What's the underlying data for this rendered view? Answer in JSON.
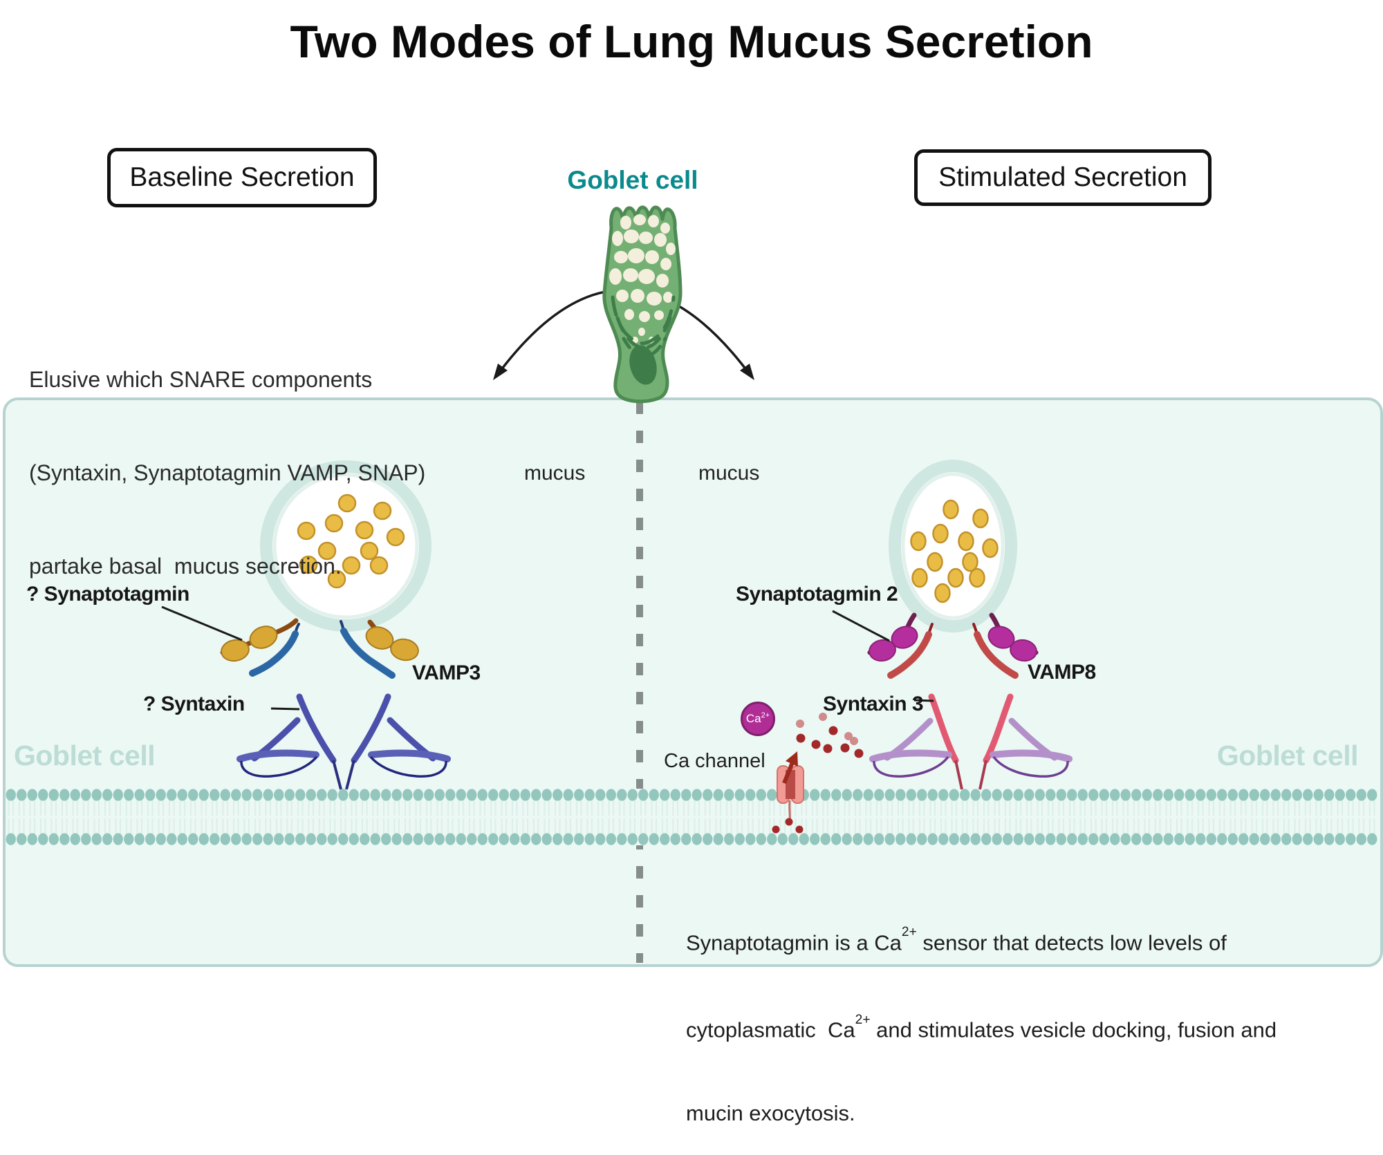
{
  "title": "Two Modes of Lung Mucus Secretion",
  "panels": {
    "left_label": "Baseline Secretion",
    "right_label": "Stimulated Secretion"
  },
  "goblet_heading": "Goblet cell",
  "note": {
    "lines": [
      "Elusive which SNARE components",
      "(Syntaxin, Synaptotagmin VAMP, SNAP)",
      "partake basal  mucus secretion."
    ]
  },
  "left_panel": {
    "mucus": "mucus",
    "synaptotagmin": "? Synaptotagmin",
    "vamp": "VAMP3",
    "syntaxin": "? Syntaxin",
    "watermark": "Goblet cell"
  },
  "right_panel": {
    "mucus": "mucus",
    "synaptotagmin": "Synaptotagmin 2",
    "vamp": "VAMP8",
    "syntaxin": "Syntaxin 3",
    "ca_channel": "Ca channel",
    "ca_ion": {
      "base": "Ca",
      "sup": "2+"
    },
    "watermark": "Goblet cell"
  },
  "footnote": {
    "line1": [
      "Synaptotagmin is a Ca",
      "2+",
      " sensor that detects low levels of"
    ],
    "line2": [
      "cytoplasmatic  Ca",
      "2+",
      " and stimulates vesicle docking, fusion and"
    ],
    "line3": [
      "mucin exocytosis."
    ]
  },
  "colors": {
    "accent_teal": "#0b8a8e",
    "panel_bg": "#ecf8f4",
    "panel_border": "#b7d3d0",
    "membrane_head": "#93c6bd",
    "goblet_green": "#74b073",
    "goblet_dark_green": "#3e7c49",
    "granule_gold": "#e9bd45",
    "bead_gold": "#d9a834",
    "synaptotagmin_brown": "#8a4a12",
    "vamp3_blue": "#2c67a5",
    "syntaxin_navy": "#4b51ab",
    "synaptotagmin2_magenta": "#b52e9e",
    "vamp8_red": "#c14a48",
    "syntaxin3_pink": "#e25a72",
    "syntaxin3_lavender": "#b390c9",
    "ca_ion_red": "#a3282a",
    "ca_channel_red": "#f29a94",
    "divider_gray": "#868d8b",
    "watermark_teal": "#bcdcd5"
  }
}
